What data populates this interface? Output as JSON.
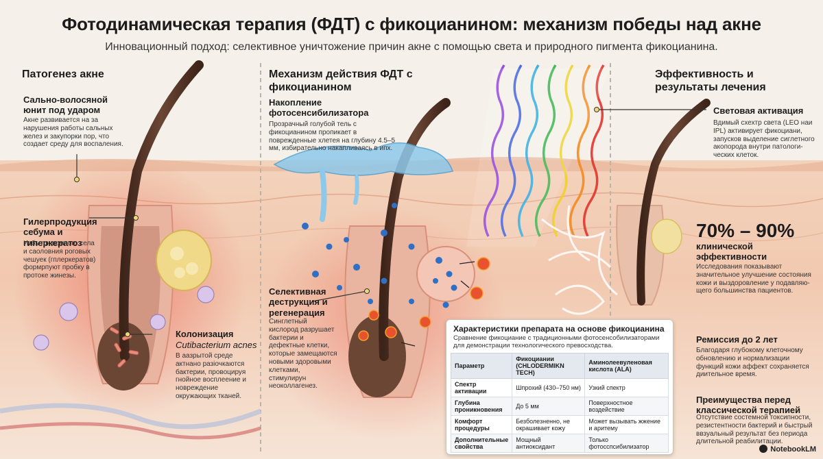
{
  "header": {
    "title": "Фотодинамическая терапия (ФДТ) с фикоцианином: механизм победы над акне",
    "subtitle": "Инновационный подход: селективное уничтожение причин акне с помощью света и природного пигмента фикоцианина."
  },
  "left": {
    "heading": "Патогенез акне",
    "block1": {
      "title": "Сально-волосяной юнит под ударом",
      "text": "Акне развивается на за нарушения работы сальных желез и закупорки пор, что создает среду для воспаления."
    },
    "block2": {
      "title": "Гилерпродукция себума и гиперкератоз",
      "text": "Избыток вомного села и саоловния роговых чешуек (гплеркератов) формрпуют пробку в протоке жинезы."
    },
    "block3": {
      "title": "Колонизация",
      "title_italic": "Cutibacterium acnes",
      "text": "В аазрытой среде актнано разiочкаются бактерии, провоцируя гнойное восплеение и новреждение окружающих тканей."
    }
  },
  "middle": {
    "heading": "Механизм действия ФДТ с фикоцианином",
    "block1": {
      "title": "Накопление фотосенсибилизатора",
      "text": "Прозрачный голубой тель с фикоцианином пропикает в поврежденные хлетея на глубину 4.5–5 мм, избирательно накапливаясь в ипх."
    },
    "block2": {
      "title": "Селективная деструкция и регенерация",
      "text": "Синглетный кислород разрушает бактерии и дефектные клетки, которые замещаются новыми здоровыми клетками, стимулирун неоколлагенез."
    }
  },
  "right": {
    "heading": "Эффективность и результаты лечения",
    "block1": {
      "title": "Световая активация",
      "text": "Вдимый схехтр света (LEO наи IPL) активирует фикоциани, запусков выделение сиглетного акопорода внутри патологи-ческих клеток."
    },
    "stat": {
      "value": "70% – 90%",
      "label": "клинической эффективности",
      "text": "Исследования показывают значительное улучшение состояния кожи и выздоровление у подавляю-щего большинства пациентов."
    },
    "block2": {
      "title": "Ремиссия до 2 лет",
      "text": "Благодаря глубокому клеточному обновлению и нормализации функций кожи аффект сохраняется диительное время."
    },
    "block3": {
      "title": "Преимущества перед классической терапией",
      "text": "Отсутствие состемной токсипности, резистентности бактерий и быстрый ввзуальный результат без периода длительной реабилитации."
    }
  },
  "table": {
    "title": "Характеристики препарата на основе фикоцианина",
    "description": "Сравнение фикоциание с традиционными фотосенсобилизаторами для демонстрации технологического превосходства.",
    "headers": [
      "Параметр",
      "Фикоциании (CHLODERMIKN TECH)",
      "Аминолеевуленовая кислота (ALA)"
    ],
    "rows": [
      [
        "Спектр активации",
        "Шпрохий (430–750 нм)",
        "Узкий спектр"
      ],
      [
        "Глубина проникновения",
        "До 5 мм",
        "Поверхностное воздействие"
      ],
      [
        "Комфорт процедуры",
        "Безболезненно, не окрашивает кожу",
        "Может вызывать жжение и аритему"
      ],
      [
        "Дополнительные свойства",
        "Мощный антиоксидант",
        "Только фотосспсибилизатор"
      ]
    ]
  },
  "footer": {
    "brand": "NotebookLM"
  },
  "colors": {
    "background": "#f5f1ea",
    "skin": "#f0cdb4",
    "hair": "#5a3a2c",
    "gel": "#8ec8ea",
    "phycocyanin_dot": "#2f6fc6",
    "inflammation": "#e8584a"
  },
  "icons": [
    "bacteria-icon",
    "singlet-oxygen-burst-icon",
    "phycocyanin-molecule-icon",
    "light-beam-icon"
  ]
}
